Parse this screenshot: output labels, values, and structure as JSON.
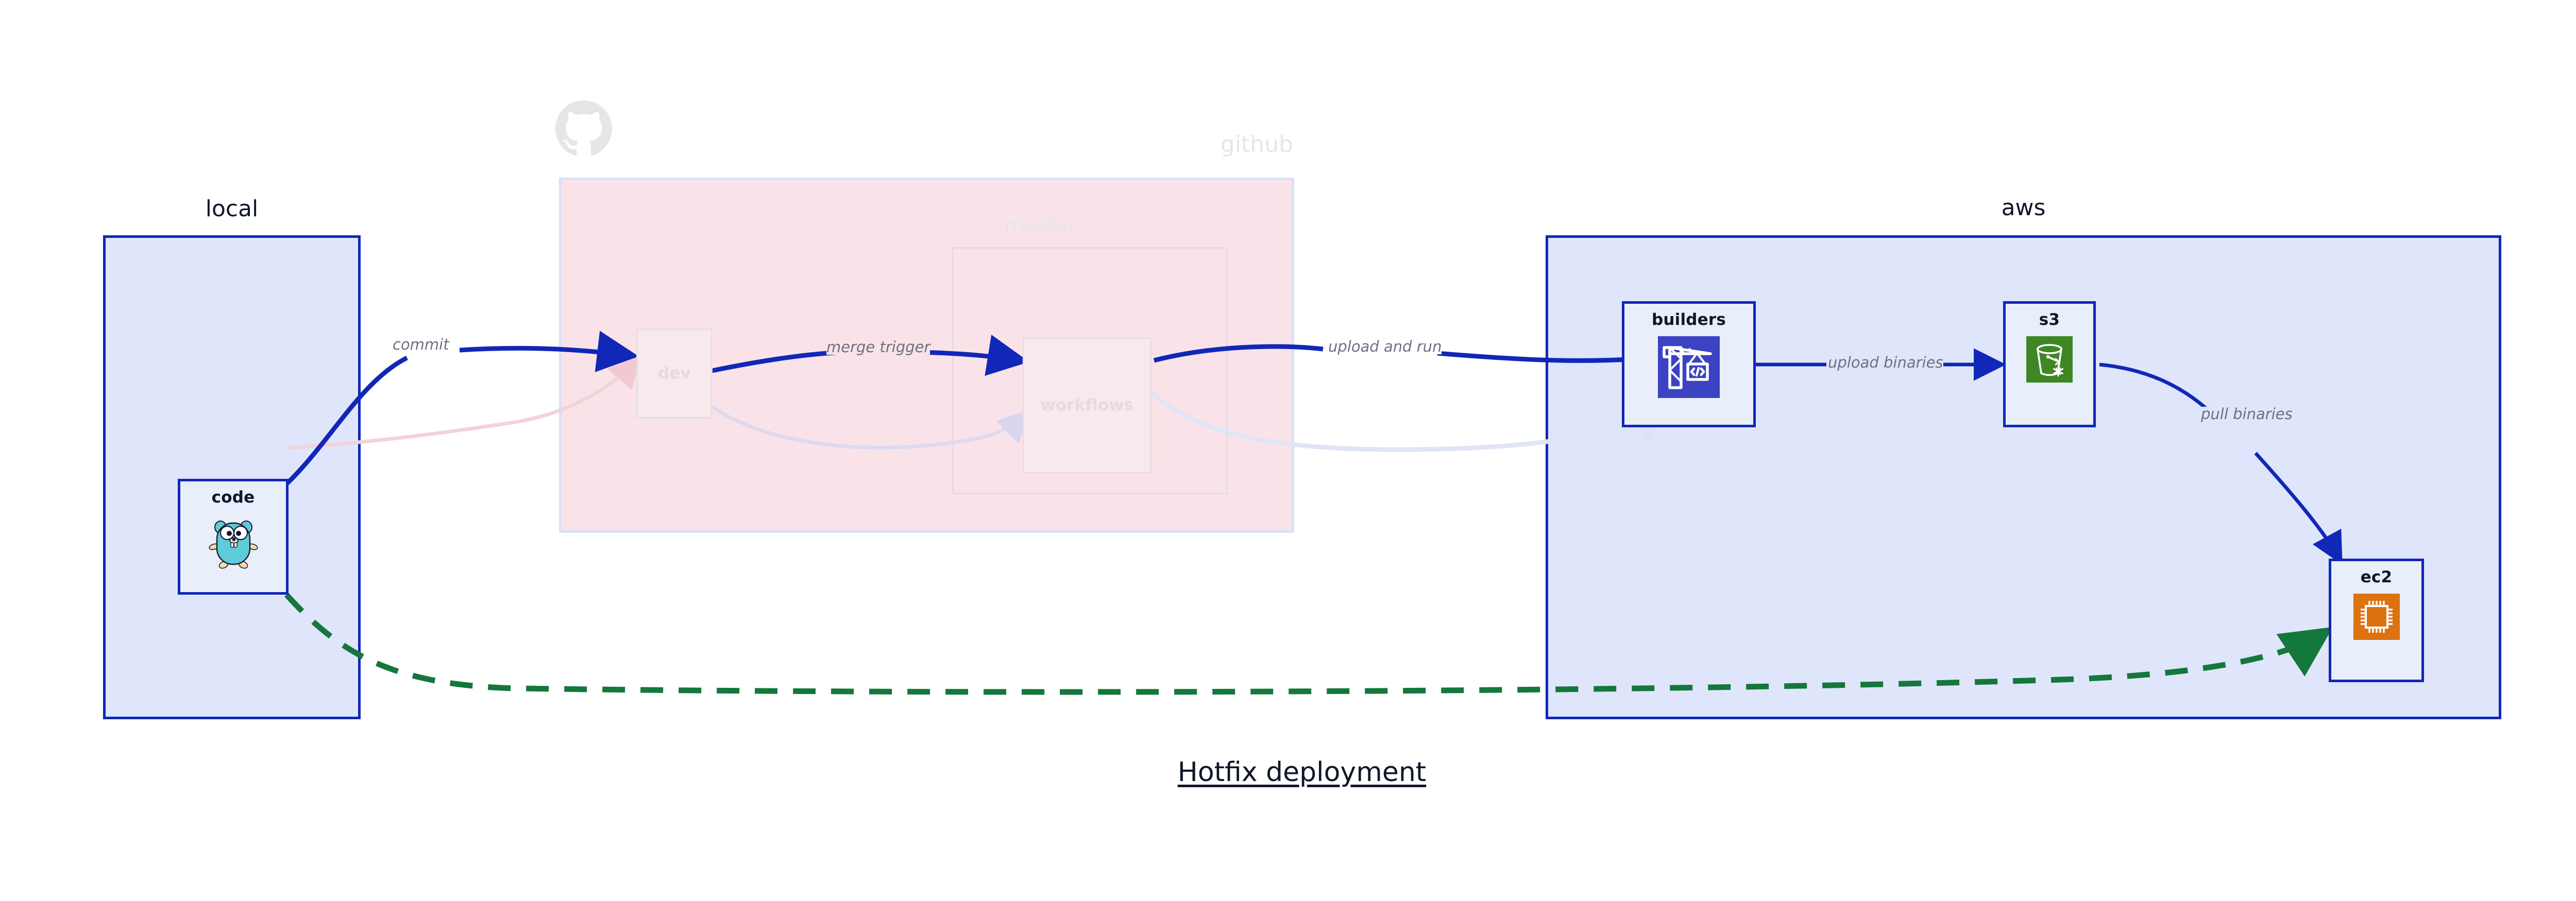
{
  "diagram": {
    "caption": "Hotfix deployment",
    "groups": [
      {
        "id": "local",
        "label": "local",
        "accent": "#1127b8",
        "fill": "#dfe5fb"
      },
      {
        "id": "github",
        "label": "github",
        "accent": "#dbe0f7",
        "fill": "#fae3e8",
        "state": "faded"
      },
      {
        "id": "aws",
        "label": "aws",
        "accent": "#1127b8",
        "fill": "#dfe5fb"
      }
    ],
    "subgroups": [
      {
        "id": "master",
        "label": "master",
        "parent": "github",
        "state": "faded"
      }
    ],
    "nodes": [
      {
        "id": "code",
        "label": "code",
        "group": "local",
        "icon": "go-gopher-icon"
      },
      {
        "id": "dev",
        "label": "dev",
        "group": "github",
        "icon": "none",
        "state": "faded"
      },
      {
        "id": "workflows",
        "label": "workflows",
        "group": "master",
        "icon": "none",
        "state": "faded"
      },
      {
        "id": "builders",
        "label": "builders",
        "group": "aws",
        "icon": "aws-codebuild-crane-icon",
        "icon_color": "#3b42c4"
      },
      {
        "id": "s3",
        "label": "s3",
        "group": "aws",
        "icon": "aws-s3-bucket-icon",
        "icon_color": "#3f8624"
      },
      {
        "id": "ec2",
        "label": "ec2",
        "group": "aws",
        "icon": "aws-ec2-chip-icon",
        "icon_color": "#dd7211"
      }
    ],
    "edges": [
      {
        "id": "commit",
        "from": "code",
        "to": "dev",
        "label": "commit",
        "style": "solid",
        "color": "#1127b8"
      },
      {
        "id": "merge-trigger",
        "from": "dev",
        "to": "workflows",
        "label": "merge trigger",
        "style": "solid",
        "color": "#1127b8"
      },
      {
        "id": "upload-and-run",
        "from": "workflows",
        "to": "builders",
        "label": "upload and run",
        "style": "solid",
        "color": "#1127b8"
      },
      {
        "id": "upload-binaries",
        "from": "builders",
        "to": "s3",
        "label": "upload binaries",
        "style": "solid",
        "color": "#1127b8"
      },
      {
        "id": "pull-binaries",
        "from": "s3",
        "to": "ec2",
        "label": "pull binaries",
        "style": "solid",
        "color": "#1127b8"
      },
      {
        "id": "hotfix-direct",
        "from": "code",
        "to": "ec2",
        "label": "",
        "style": "dashed",
        "color": "#14773b"
      },
      {
        "id": "dim-code-dev",
        "from": "code",
        "to": "dev",
        "label": "",
        "style": "solid",
        "color": "#f5d8de"
      },
      {
        "id": "dim-dev-workflows",
        "from": "dev",
        "to": "workflows",
        "label": "",
        "style": "solid",
        "color": "#e1dcf0"
      },
      {
        "id": "dim-workflows-builders",
        "from": "workflows",
        "to": "builders",
        "label": "",
        "style": "solid",
        "color": "#e2e6f6"
      }
    ],
    "icon_names": {
      "github": "github-octocat-icon",
      "code": "go-gopher-icon",
      "builders": "aws-codebuild-crane-icon",
      "s3": "aws-s3-bucket-icon",
      "ec2": "aws-ec2-chip-icon"
    }
  }
}
